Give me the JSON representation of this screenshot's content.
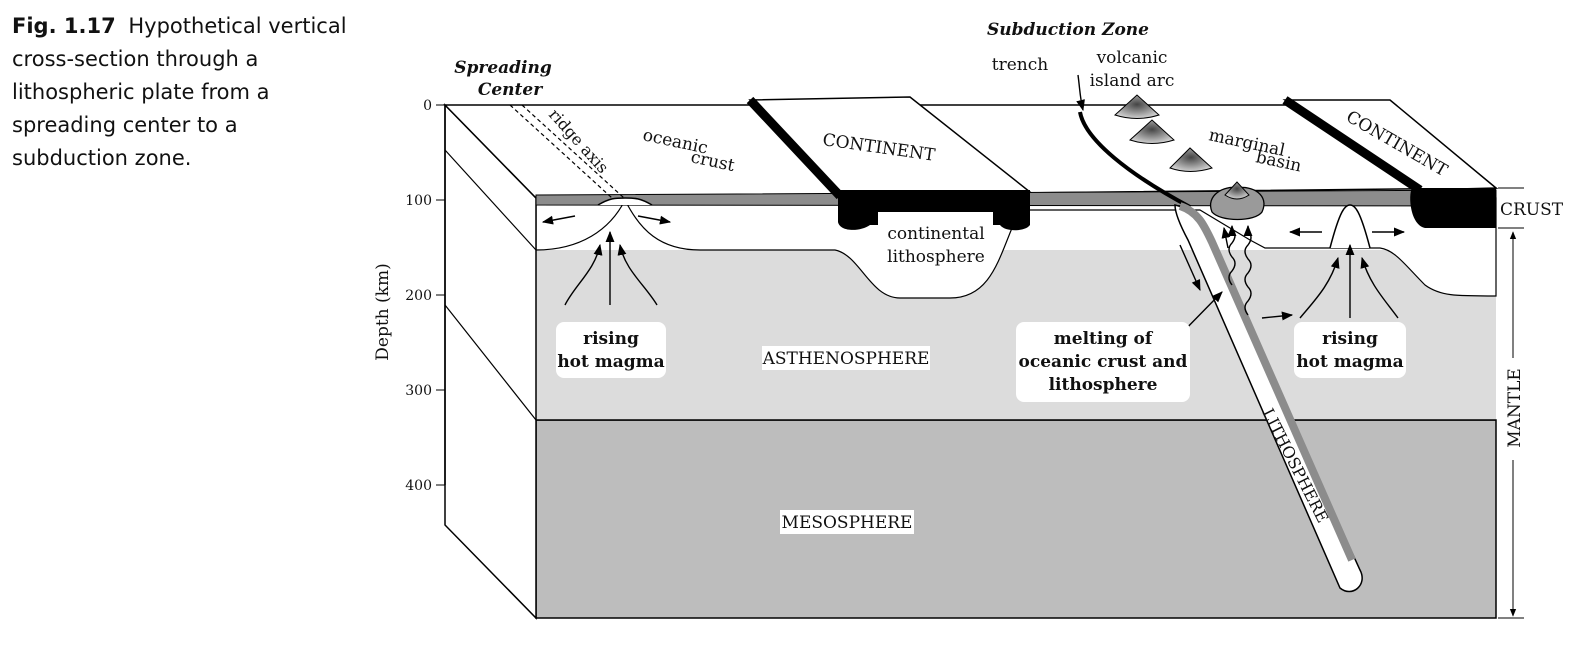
{
  "caption": {
    "figure_number": "Fig. 1.17",
    "text": "Hypothetical vertical cross-section through a lithospheric plate from a spreading center to a subduction zone."
  },
  "axis": {
    "label": "Depth (km)",
    "ticks": [
      "0",
      "100",
      "200",
      "300",
      "400"
    ]
  },
  "labels": {
    "spreading_center_line1": "Spreading",
    "spreading_center_line2": "Center",
    "ridge_axis": "ridge axis",
    "oceanic_crust_line1": "oceanic",
    "oceanic_crust_line2": "crust",
    "continent_left": "CONTINENT",
    "continent_right": "CONTINENT",
    "subduction_zone": "Subduction Zone",
    "trench": "trench",
    "volcanic_arc_line1": "volcanic",
    "volcanic_arc_line2": "island arc",
    "marginal_basin_line1": "marginal",
    "marginal_basin_line2": "basin",
    "continental_lithosphere_line1": "continental",
    "continental_lithosphere_line2": "lithosphere",
    "rising_magma_left_line1": "rising",
    "rising_magma_left_line2": "hot magma",
    "rising_magma_right_line1": "rising",
    "rising_magma_right_line2": "hot magma",
    "asthenosphere": "ASTHENOSPHERE",
    "mesosphere": "MESOSPHERE",
    "melting_line1": "melting of",
    "melting_line2": "oceanic crust and",
    "melting_line3": "lithosphere",
    "lithosphere_slab": "LITHOSPHERE",
    "crust_side": "CRUST",
    "mantle_side": "MANTLE"
  },
  "colors": {
    "asthenosphere": "#dcdcdc",
    "mesosphere": "#bdbdbd",
    "oceanic_crust": "#8c8c8c",
    "continental_crust": "#000000",
    "top_surface": "#ffffff"
  }
}
